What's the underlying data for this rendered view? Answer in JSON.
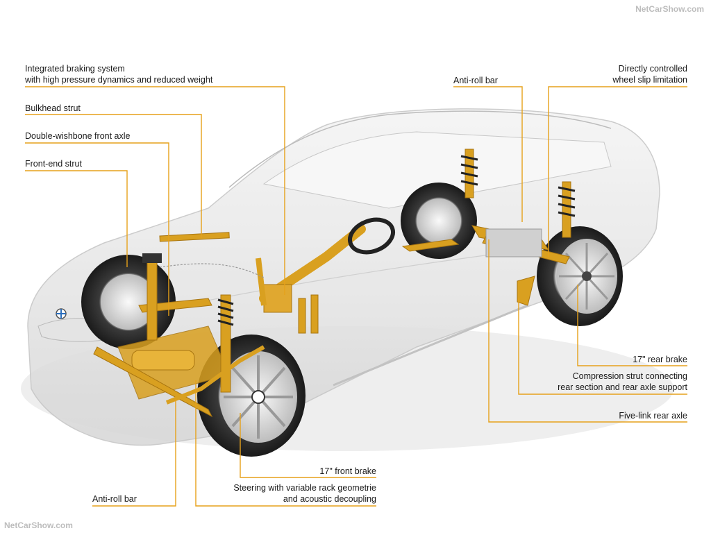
{
  "watermark": {
    "top": "NetCarShow.com",
    "bottom": "NetCarShow.com"
  },
  "brand_colors": {
    "chassis_gold": "#d9a020",
    "leader_line": "#e6a11a",
    "body_glass": "#e8e8e8"
  },
  "callouts": {
    "integrated_braking": {
      "line1": "Integrated braking system",
      "line2": "with high pressure dynamics and reduced weight"
    },
    "bulkhead_strut": "Bulkhead strut",
    "double_wishbone": "Double-wishbone front axle",
    "front_end_strut": "Front-end strut",
    "anti_roll_bar_rear": "Anti-roll bar",
    "wheel_slip": {
      "line1": "Directly controlled",
      "line2": "wheel slip limitation"
    },
    "rear_brake": "17\" rear brake",
    "compression_strut": {
      "line1": "Compression strut connecting",
      "line2": "rear section and rear axle support"
    },
    "five_link": "Five-link rear axle",
    "front_brake": "17\" front brake",
    "steering": {
      "line1": "Steering with variable rack geometrie",
      "line2": "and acoustic decoupling"
    },
    "anti_roll_bar_front": "Anti-roll bar"
  }
}
